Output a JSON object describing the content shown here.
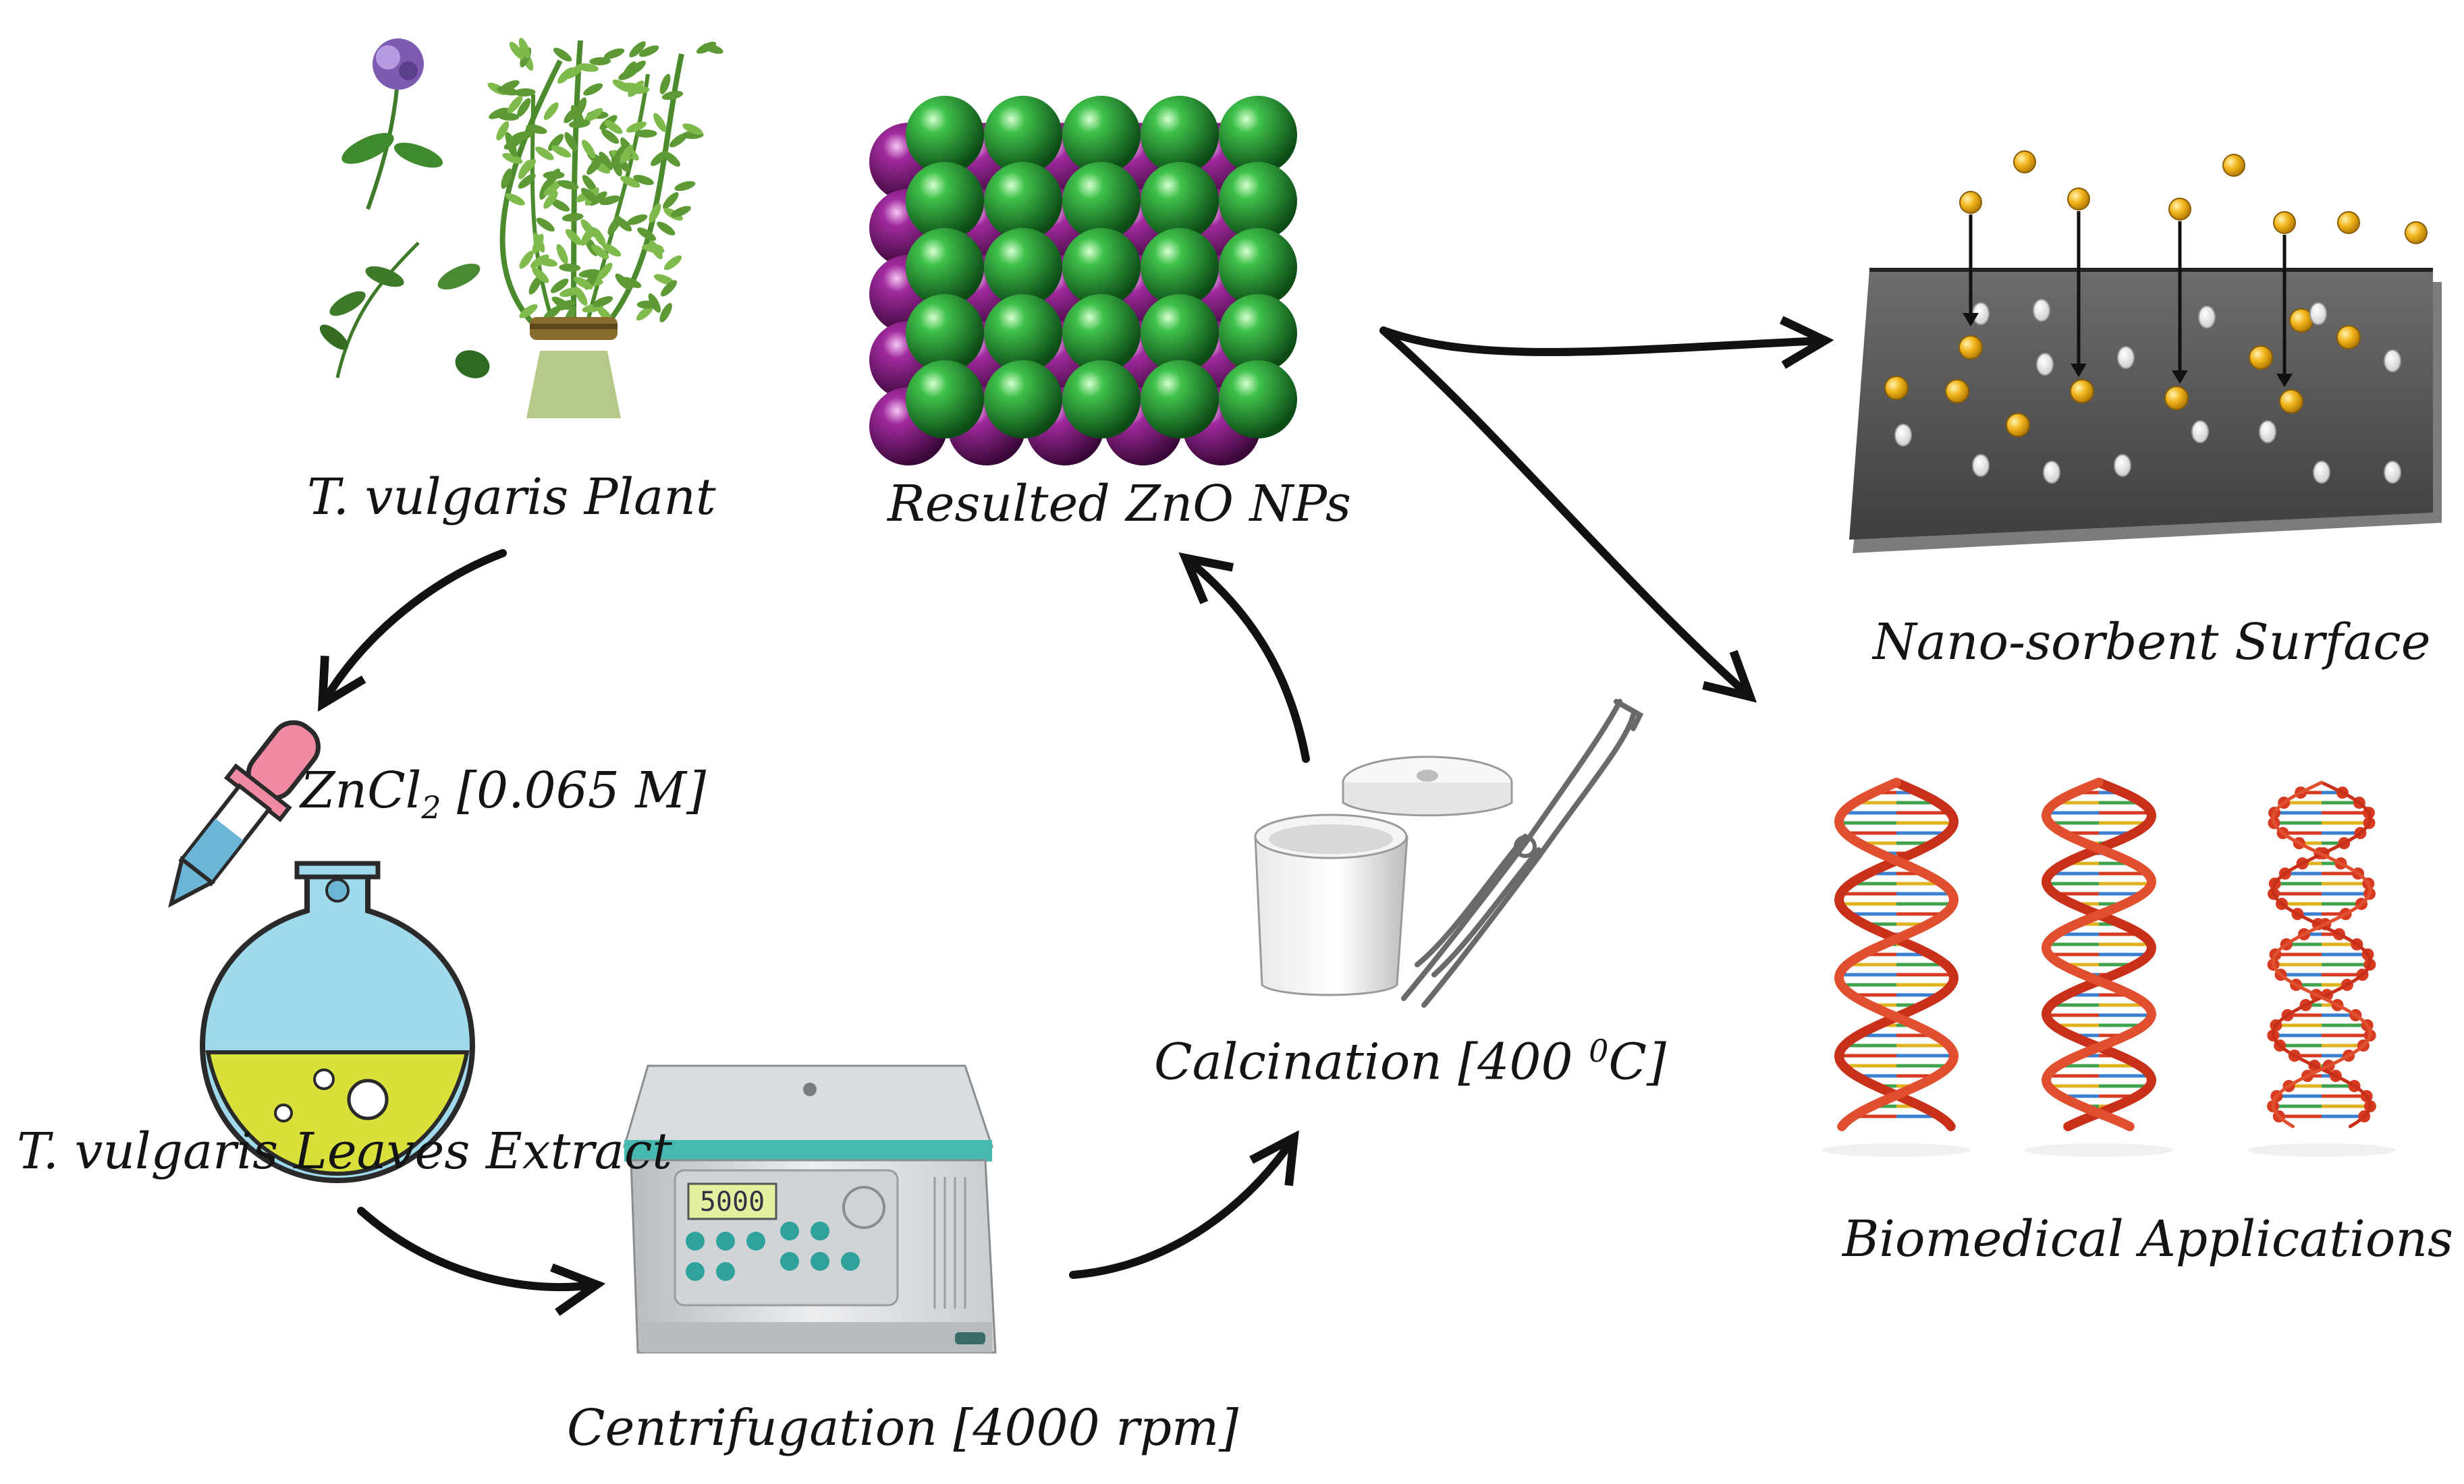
{
  "labels": {
    "plant": "T. vulgaris Plant",
    "nps": "Resulted ZnO NPs",
    "sorbent": "Nano-sorbent Surface",
    "zncl_prefix": "ZnCl",
    "zncl_sub": "2",
    "zncl_suffix": " [0.065 M]",
    "extract": "T. vulgaris Leaves Extract",
    "calc_prefix": "Calcination [400 ",
    "calc_sup": "0",
    "calc_suffix": "C]",
    "centrifugation": "Centrifugation [4000 rpm]",
    "biomedical": "Biomedical Applications"
  },
  "centrifuge": {
    "display": "5000"
  },
  "colors": {
    "zinc": "#1f8a2e",
    "oxygen": "#7a1a78",
    "nanoparticle": "#f2b51c",
    "vacancy": "#ffffff",
    "sorbent_plate": "#5b5b5b",
    "dna_strand": "#d63a20",
    "flask_liquid": "#d9e03a",
    "flask_glass": "#9fd9ec",
    "dropper_bulb": "#f08aa3",
    "centrifuge_lid_stripe": "#46b9b1",
    "arrow": "#111111"
  },
  "icons": {
    "plant": "thyme-plant-icon",
    "flask": "round-flask-icon",
    "dropper": "dropper-icon",
    "lattice": "zno-lattice-icon",
    "centrifuge": "centrifuge-icon",
    "crucible": "crucible-icon",
    "tongs": "tongs-icon",
    "sorbent": "sorbent-surface-icon",
    "dna": "dna-helix-icon"
  }
}
